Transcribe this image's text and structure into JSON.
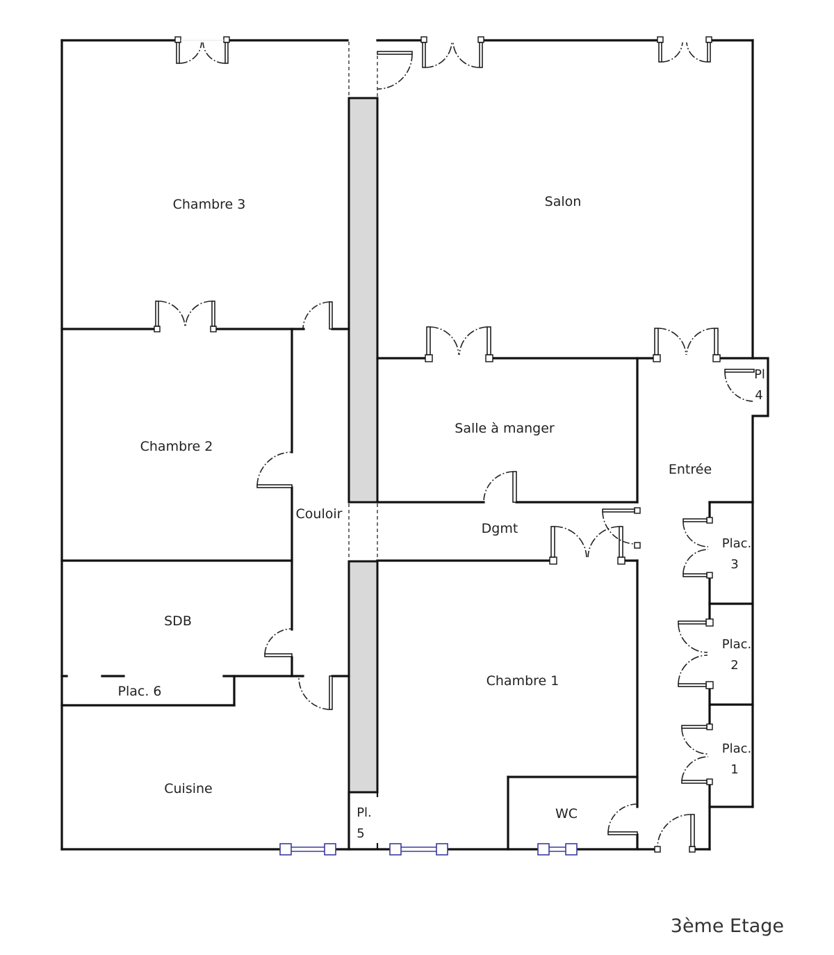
{
  "caption": "3ème Etage",
  "rooms": {
    "chambre3": "Chambre 3",
    "salon": "Salon",
    "chambre2": "Chambre 2",
    "salle_a_manger": "Salle à manger",
    "entree": "Entrée",
    "couloir": "Couloir",
    "dgmt": "Dgmt",
    "sdb": "SDB",
    "plac6": "Plac. 6",
    "chambre1": "Chambre 1",
    "cuisine": "Cuisine",
    "wc": "WC"
  },
  "closets": {
    "pl4_a": "Pl",
    "pl4_b": "4",
    "plac3_a": "Plac.",
    "plac3_b": "3",
    "plac2_a": "Plac.",
    "plac2_b": "2",
    "plac1_a": "Plac.",
    "plac1_b": "1",
    "pl5_a": "Pl.",
    "pl5_b": "5"
  },
  "colors": {
    "wall": "#111111",
    "column_fill": "#d9d9d9",
    "window": "#3a3aa0"
  }
}
